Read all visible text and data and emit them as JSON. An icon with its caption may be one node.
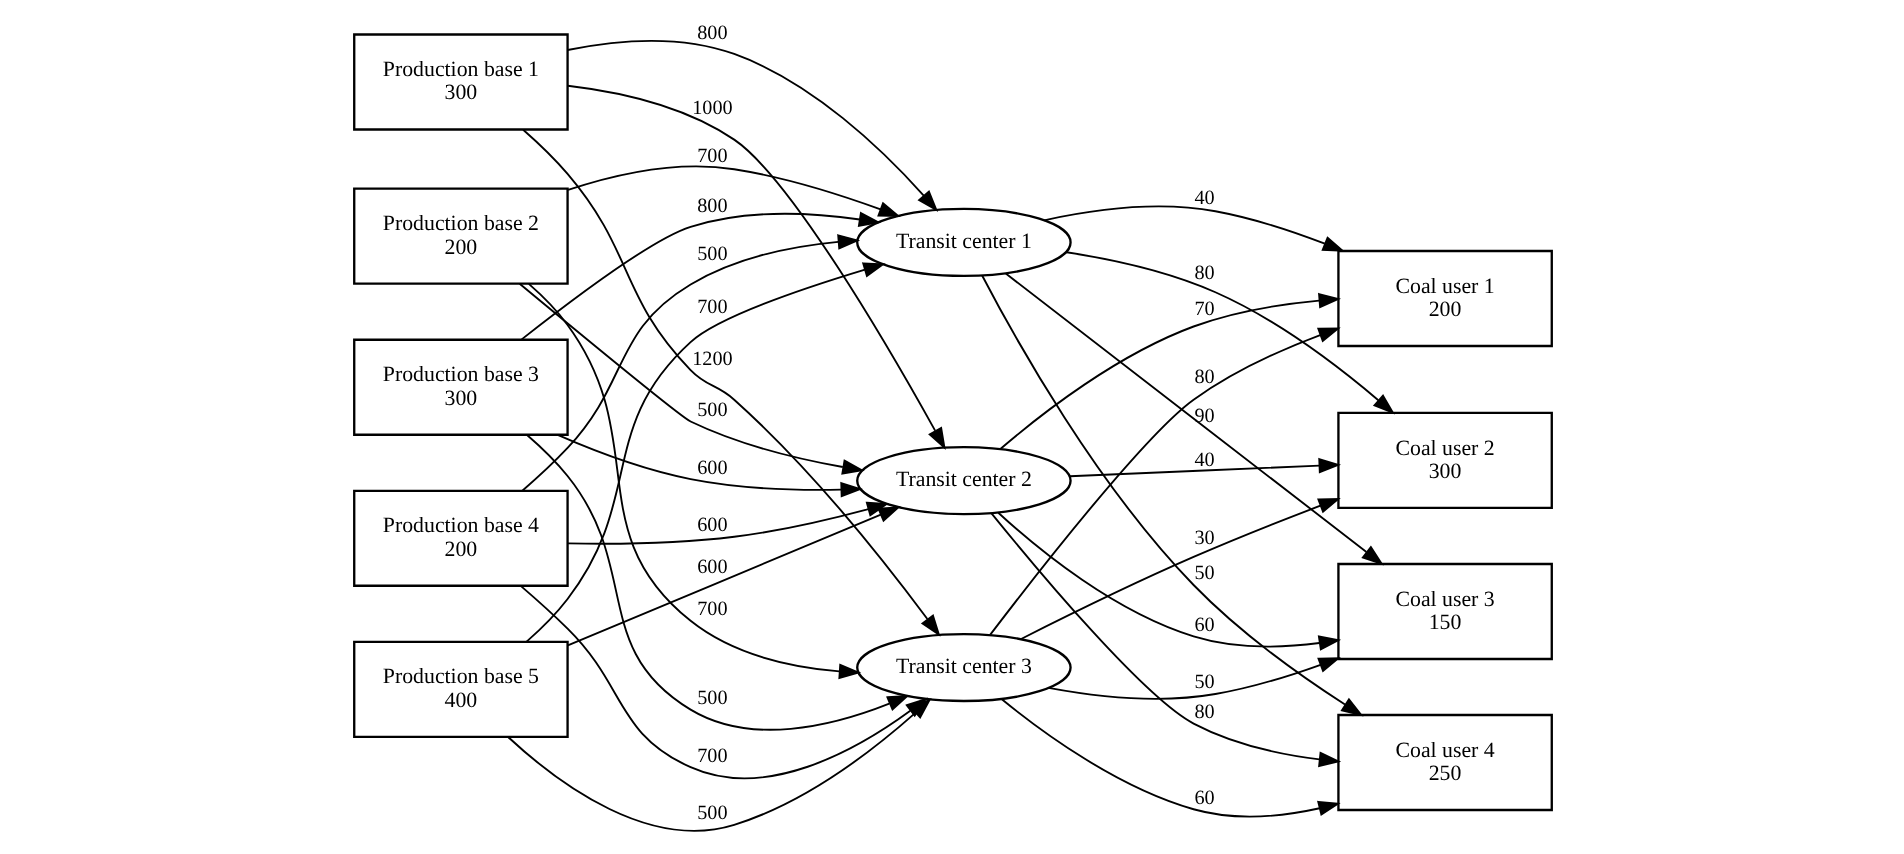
{
  "diagram": {
    "nodes": [
      {
        "text": [
          "Production base 1",
          "300"
        ]
      },
      {
        "text": [
          "Production base 2",
          "200"
        ]
      },
      {
        "text": [
          "Production base 3",
          "300"
        ]
      },
      {
        "text": [
          "Production base 4",
          "200"
        ]
      },
      {
        "text": [
          "Production base 5",
          "400"
        ]
      },
      {
        "text": [
          "Transit center 1"
        ]
      },
      {
        "text": [
          "Transit center 2"
        ]
      },
      {
        "text": [
          "Transit center 3"
        ]
      },
      {
        "text": [
          "Coal user 1",
          "200"
        ]
      },
      {
        "text": [
          "Coal user 2",
          "300"
        ]
      },
      {
        "text": [
          "Coal user 3",
          "150"
        ]
      },
      {
        "text": [
          "Coal user 4",
          "250"
        ]
      }
    ],
    "edges": [
      {
        "from": 0,
        "to": 5,
        "arrow": "to",
        "label": "800"
      },
      {
        "from": 0,
        "to": 6,
        "arrow": "to",
        "label": "1000"
      },
      {
        "from": 0,
        "to": 7,
        "arrow": "to",
        "label": "1200"
      },
      {
        "from": 1,
        "to": 5,
        "arrow": "to",
        "label": "700"
      },
      {
        "from": 1,
        "to": 6,
        "arrow": "to",
        "label": "500"
      },
      {
        "from": 1,
        "to": 7,
        "arrow": "to",
        "label": "700"
      },
      {
        "from": 2,
        "to": 5,
        "arrow": "to",
        "label": "800"
      },
      {
        "from": 2,
        "to": 6,
        "arrow": "to",
        "label": "600"
      },
      {
        "from": 2,
        "to": 7,
        "arrow": "to",
        "label": "500"
      },
      {
        "from": 3,
        "to": 5,
        "arrow": "to",
        "label": "500"
      },
      {
        "from": 3,
        "to": 6,
        "arrow": "to",
        "label": "600"
      },
      {
        "from": 3,
        "to": 7,
        "arrow": "to",
        "label": "700"
      },
      {
        "from": 4,
        "to": 5,
        "arrow": "to",
        "label": "700"
      },
      {
        "from": 4,
        "to": 6,
        "arrow": "to",
        "label": "600"
      },
      {
        "from": 4,
        "to": 7,
        "arrow": "to",
        "label": "500"
      },
      {
        "from": 5,
        "to": 8,
        "arrow": "to",
        "label": "40"
      },
      {
        "from": 5,
        "to": 9,
        "arrow": "to",
        "label": "80"
      },
      {
        "from": 5,
        "to": 10,
        "arrow": "to",
        "label": "90"
      },
      {
        "from": 5,
        "to": 11,
        "arrow": "to",
        "label": "50"
      },
      {
        "from": 6,
        "to": 8,
        "arrow": "to",
        "label": "70"
      },
      {
        "from": 6,
        "to": 9,
        "arrow": "to",
        "label": "40"
      },
      {
        "from": 6,
        "to": 10,
        "arrow": "to",
        "label": "60"
      },
      {
        "from": 6,
        "to": 11,
        "arrow": "to",
        "label": "80"
      },
      {
        "from": 7,
        "to": 8,
        "arrow": "to",
        "label": "80"
      },
      {
        "from": 7,
        "to": 9,
        "arrow": "to",
        "label": "30"
      },
      {
        "from": 7,
        "to": 10,
        "arrow": "to",
        "label": "50"
      },
      {
        "from": 7,
        "to": 11,
        "arrow": "to",
        "label": "60"
      }
    ]
  }
}
